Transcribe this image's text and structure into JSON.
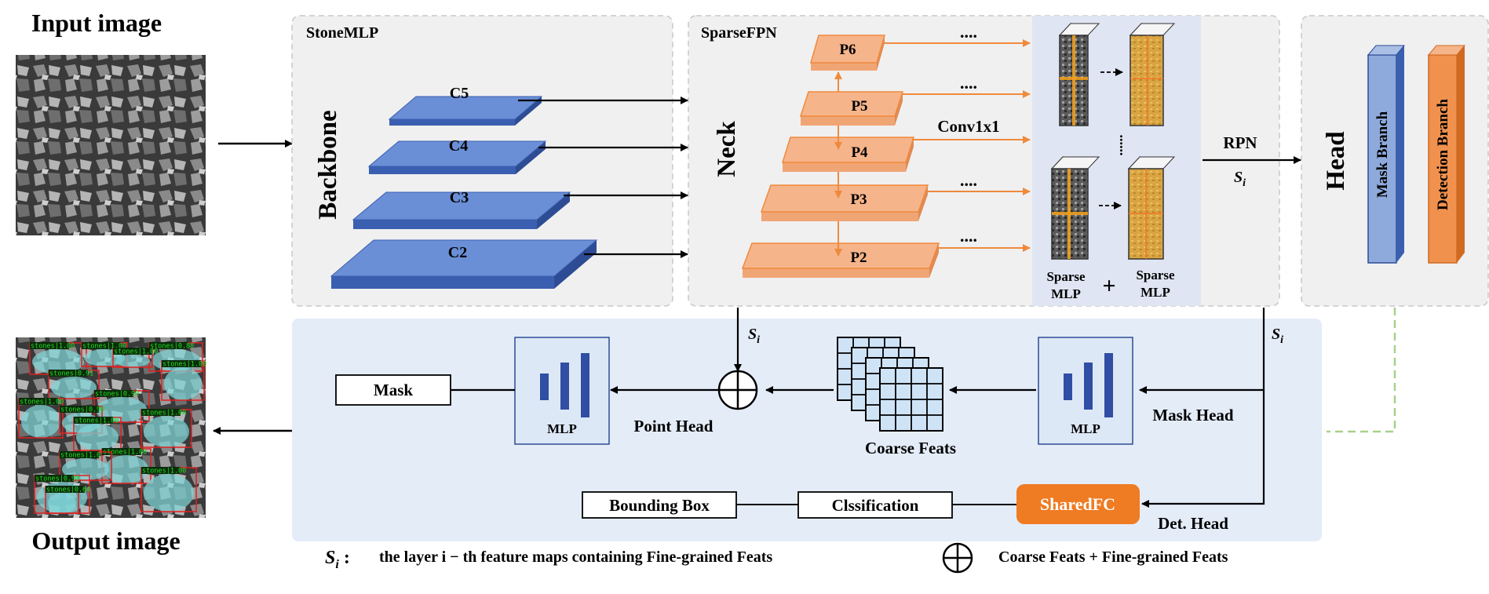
{
  "input": {
    "title": "Input image"
  },
  "output": {
    "title": "Output image",
    "detections": [
      "stones|1.00",
      "stones|1.00",
      "stones|0.88",
      "stones|1.00",
      "stones|1.00",
      "stones|0.91",
      "stones|0.99",
      "stones|1.00",
      "stones|0.98",
      "stones|1.00",
      "stones|1.00",
      "stones|1.00",
      "stones|1.0",
      "stones|1.00",
      "stones|0.99",
      "stones|0.64"
    ]
  },
  "backbone": {
    "panel_title": "StoneMLP",
    "vertical_label": "Backbone",
    "layers": [
      "C5",
      "C4",
      "C3",
      "C2"
    ]
  },
  "neck": {
    "panel_title": "SparseFPN",
    "vertical_label": "Neck",
    "levels": [
      "P6",
      "P5",
      "P4",
      "P3",
      "P2"
    ],
    "conv_label": "Conv1x1",
    "dots": "....",
    "vdots": "......",
    "sparse_mlp": [
      "Sparse",
      "MLP"
    ],
    "plus": "+"
  },
  "rpn": {
    "label": "RPN",
    "s": "S",
    "sub": "i"
  },
  "head": {
    "vertical_label": "Head",
    "mask_branch": "Mask Branch",
    "detection_branch": "Detection Branch"
  },
  "pipeline": {
    "mask": "Mask",
    "mlp": "MLP",
    "point_head": "Point Head",
    "coarse_feats": "Coarse Feats",
    "mask_head": "Mask Head",
    "bbox": "Bounding Box",
    "classification": "Clssification",
    "sharedfc": "SharedFC",
    "det_head": "Det. Head"
  },
  "legend": {
    "s_desc": "the layer i − th feature maps containing Fine-grained Feats",
    "oplus_desc": "Coarse Feats + Fine-grained Feats"
  },
  "colors": {
    "blue_top": "#6a8fd6",
    "blue_side": "#3b5fb0",
    "orange_top": "#f6b48b",
    "orange_side": "#ee9a66",
    "orange_stroke": "#ef8a3c",
    "panel_bg": "#f0f0f0",
    "sparse_bg": "#dfe5f2",
    "pipeline_bg": "#e4ecf8",
    "sharedfc": "#ef7b22",
    "green_dash": "#a8d08d",
    "red_box": "#e02020",
    "det_text": "#22dd22"
  }
}
